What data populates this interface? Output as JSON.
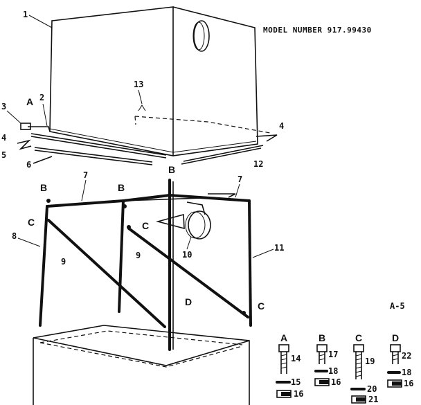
{
  "model_number": "MODEL NUMBER 917.99430",
  "figure_ref": "A-5",
  "part_labels": [
    "1",
    "2",
    "3",
    "4",
    "4",
    "5",
    "6",
    "7",
    "7",
    "8",
    "9",
    "9",
    "10",
    "11",
    "12",
    "13"
  ],
  "letter_labels": [
    "A",
    "B",
    "B",
    "B",
    "C",
    "C",
    "C",
    "D"
  ],
  "hardware_kits": [
    {
      "letter": "A",
      "parts": [
        "14",
        "15",
        "16"
      ]
    },
    {
      "letter": "B",
      "parts": [
        "17",
        "18",
        "16"
      ]
    },
    {
      "letter": "C",
      "parts": [
        "19",
        "20",
        "21"
      ]
    },
    {
      "letter": "D",
      "parts": [
        "22",
        "18",
        "16"
      ]
    }
  ]
}
